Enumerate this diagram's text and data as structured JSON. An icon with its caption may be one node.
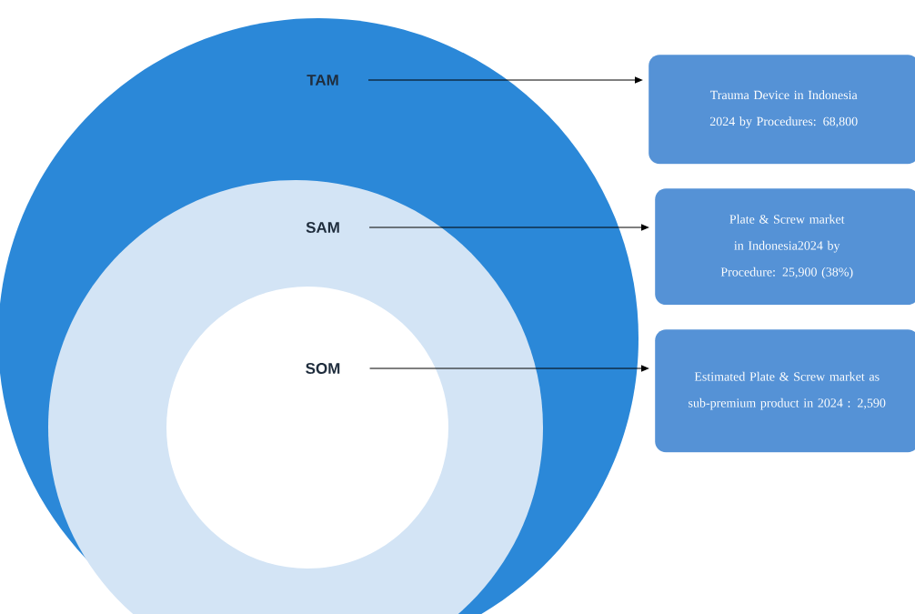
{
  "diagram": {
    "nodes": [
      {
        "text": [
          "TAM"
        ]
      },
      {
        "text": [
          "SAM"
        ],
        "in": 0
      },
      {
        "text": [
          "SOM"
        ],
        "in": 1
      },
      {
        "text": [
          "Trauma Device in Indonesia 2024 by Procedures: 68,800"
        ]
      },
      {
        "text": [
          "Plate & Screw market in Indonesia2024 by Procedure: 25,900 (38%)"
        ]
      },
      {
        "text": [
          "Estimated Plate & Screw market as sub-premium product in 2024 : 2,590"
        ]
      }
    ],
    "edges": [
      {
        "from": 0,
        "to": 3,
        "arrow": "to"
      },
      {
        "from": 1,
        "to": 4,
        "arrow": "to"
      },
      {
        "from": 2,
        "to": 5,
        "arrow": "to"
      }
    ]
  }
}
